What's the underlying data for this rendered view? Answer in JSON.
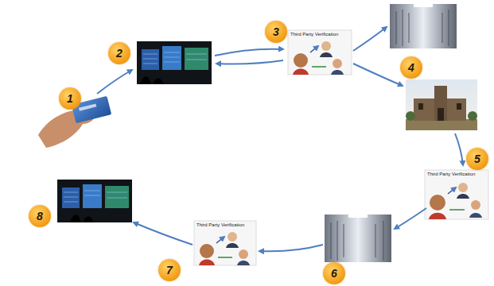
{
  "diagram": {
    "labels": [
      "1",
      "2",
      "3",
      "Third Party Verification",
      "4",
      "5",
      "Third Party Verification",
      "8",
      "Third Party Verification",
      "7",
      "6"
    ]
  }
}
